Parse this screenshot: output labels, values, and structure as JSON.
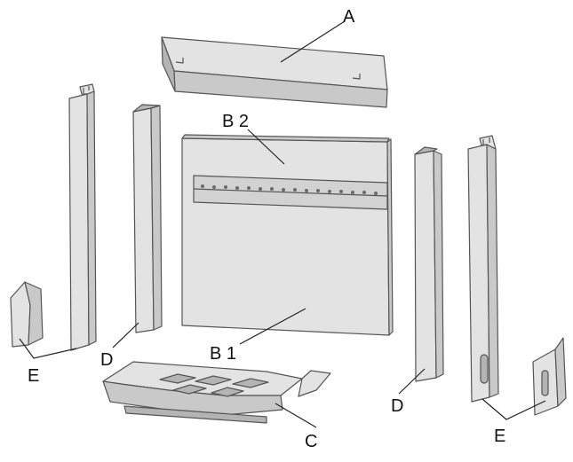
{
  "labels": {
    "top_plate": "A",
    "back_upper": "B 2",
    "back_lower": "B 1",
    "grate": "C",
    "side_left": "D",
    "side_right": "D",
    "pieces_left": "E",
    "pieces_right": "E"
  }
}
